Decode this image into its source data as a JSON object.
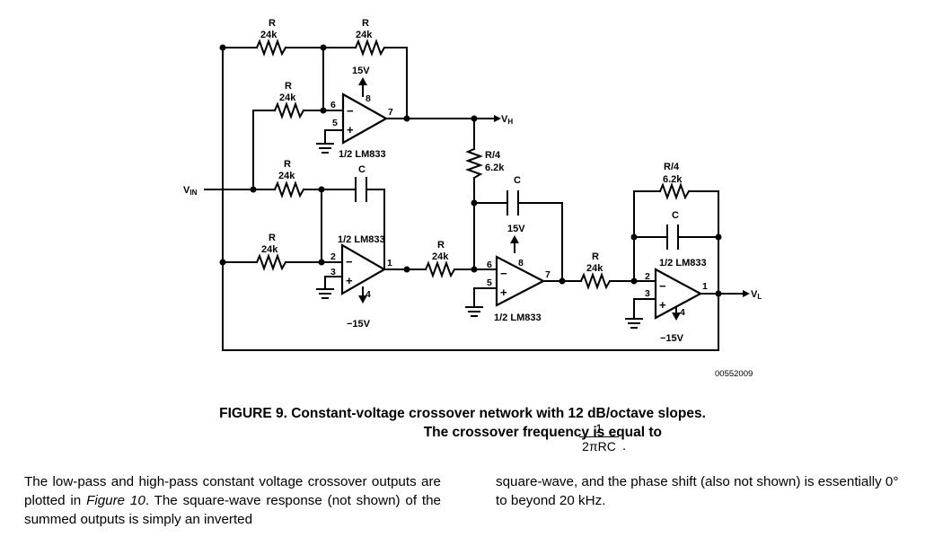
{
  "schematic": {
    "resistor_r": "R",
    "resistor_value": "24k",
    "resistor_r4": "R/4",
    "resistor_r4_value": "6.2k",
    "capacitor": "C",
    "opamp_label": "1/2 LM833",
    "supply_pos": "15V",
    "supply_neg": "−15V",
    "input_label_main": "V",
    "input_label_sub": "IN",
    "output_high_main": "V",
    "output_high_sub": "H",
    "output_low_main": "V",
    "output_low_sub": "L",
    "inv_sign": "−",
    "noninv_sign": "+",
    "pins": {
      "p1": "1",
      "p2": "2",
      "p3": "3",
      "p4": "4",
      "p5": "5",
      "p6": "6",
      "p7": "7",
      "p8": "8"
    },
    "drawing_code": "00552009"
  },
  "caption": {
    "line1": "FIGURE 9. Constant-voltage crossover network with 12 dB/octave slopes.",
    "line2": "The crossover frequency is equal to",
    "numerator": "1",
    "denominator": "2πRC",
    "period": "."
  },
  "body": {
    "left_part1": "The low-pass and high-pass constant voltage crossover outputs are plotted in ",
    "left_figref": "Figure 10",
    "left_part2": ". The square-wave response (not shown) of the summed outputs is simply an inverted",
    "right": "square-wave, and the phase shift (also not shown) is essentially 0° to beyond 20 kHz."
  }
}
